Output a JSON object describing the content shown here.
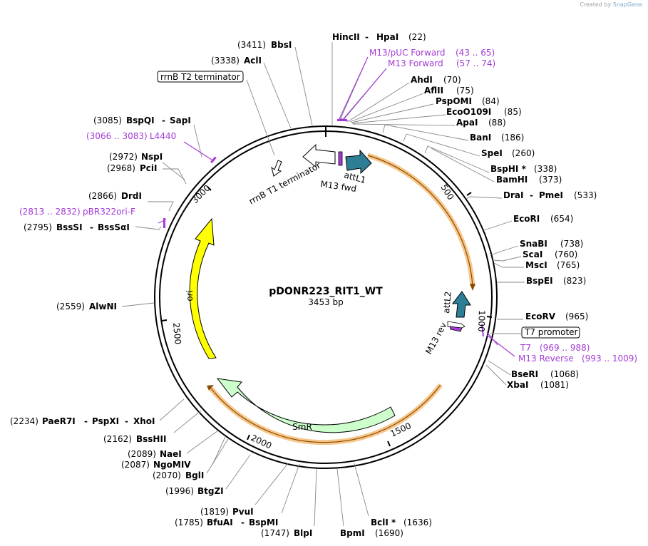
{
  "credit": {
    "prefix": "Created by",
    "brand": "SnapGene"
  },
  "plasmid": {
    "name": "pDONR223_RIT1_WT",
    "size": "3453 bp"
  },
  "ticks": [
    "500",
    "1000",
    "1500",
    "2000",
    "2500",
    "3000"
  ],
  "enzymes": [
    {
      "id": "hincii",
      "name": "HincII",
      "pos": "(22)"
    },
    {
      "id": "hpai",
      "name": "HpaI"
    },
    {
      "id": "ahdi",
      "name": "AhdI",
      "pos": "(70)"
    },
    {
      "id": "aflii",
      "name": "AflII",
      "pos": "(75)"
    },
    {
      "id": "pspomi",
      "name": "PspOMI",
      "pos": "(84)"
    },
    {
      "id": "eco0109i",
      "name": "EcoO109I",
      "pos": "(85)"
    },
    {
      "id": "apai",
      "name": "ApaI",
      "pos": "(88)"
    },
    {
      "id": "bani",
      "name": "BanI",
      "pos": "(186)"
    },
    {
      "id": "spei",
      "name": "SpeI",
      "pos": "(260)"
    },
    {
      "id": "bsphi",
      "name": "BspHI *",
      "pos": "(338)"
    },
    {
      "id": "bamhi",
      "name": "BamHI",
      "pos": "(373)"
    },
    {
      "id": "drai",
      "name": "DraI",
      "pos": "(533)"
    },
    {
      "id": "pmei",
      "name": "PmeI"
    },
    {
      "id": "ecori",
      "name": "EcoRI",
      "pos": "(654)"
    },
    {
      "id": "snabi",
      "name": "SnaBI",
      "pos": "(738)"
    },
    {
      "id": "scai",
      "name": "ScaI",
      "pos": "(760)"
    },
    {
      "id": "msci",
      "name": "MscI",
      "pos": "(765)"
    },
    {
      "id": "bspei",
      "name": "BspEI",
      "pos": "(823)"
    },
    {
      "id": "ecorv",
      "name": "EcoRV",
      "pos": "(965)"
    },
    {
      "id": "bseri",
      "name": "BseRI",
      "pos": "(1068)"
    },
    {
      "id": "xbai",
      "name": "XbaI",
      "pos": "(1081)"
    },
    {
      "id": "bcli",
      "name": "BclI *",
      "pos": "(1636)"
    },
    {
      "id": "bpmi",
      "name": "BpmI",
      "pos": "(1690)"
    },
    {
      "id": "blpi",
      "name": "BlpI",
      "pos": "(1747)"
    },
    {
      "id": "bfuai",
      "name": "BfuAI",
      "pos": "(1785)"
    },
    {
      "id": "bspmi",
      "name": "BspMI"
    },
    {
      "id": "pvui",
      "name": "PvuI",
      "pos": "(1819)"
    },
    {
      "id": "btgzi",
      "name": "BtgZI",
      "pos": "(1996)"
    },
    {
      "id": "bgli",
      "name": "BglI",
      "pos": "(2070)"
    },
    {
      "id": "ngomiv",
      "name": "NgoMIV",
      "pos": "(2087)"
    },
    {
      "id": "naei",
      "name": "NaeI",
      "pos": "(2089)"
    },
    {
      "id": "busshii",
      "name": "BssHII",
      "pos": "(2162)"
    },
    {
      "id": "paer7i",
      "name": "PaeR7I",
      "pos": "(2234)"
    },
    {
      "id": "pspxi",
      "name": "PspXI"
    },
    {
      "id": "xhoi",
      "name": "XhoI"
    },
    {
      "id": "alwni",
      "name": "AlwNI",
      "pos": "(2559)"
    },
    {
      "id": "bsssi",
      "name": "BssSI",
      "pos": "(2795)"
    },
    {
      "id": "bsssai",
      "name": "BssSαI"
    },
    {
      "id": "drdi",
      "name": "DrdI",
      "pos": "(2866)"
    },
    {
      "id": "pcii",
      "name": "PciI",
      "pos": "(2968)"
    },
    {
      "id": "nspi",
      "name": "NspI",
      "pos": "(2972)"
    },
    {
      "id": "bspqi",
      "name": "BspQI",
      "pos": "(3085)"
    },
    {
      "id": "sapi",
      "name": "SapI"
    },
    {
      "id": "acli",
      "name": "AclI",
      "pos": "(3338)"
    },
    {
      "id": "bbsi",
      "name": "BbsI",
      "pos": "(3411)"
    }
  ],
  "primers": [
    {
      "id": "m13puc",
      "name": "M13/pUC Forward",
      "range": "(43 .. 65)"
    },
    {
      "id": "m13fwd",
      "name": "M13 Forward",
      "range": "(57 .. 74)"
    },
    {
      "id": "t7",
      "name": "T7",
      "range": "(969 .. 988)"
    },
    {
      "id": "m13rev",
      "name": "M13 Reverse",
      "range": "(993 .. 1009)"
    },
    {
      "id": "pbr322",
      "name": "pBR322ori-F",
      "range": "(2813 .. 2832)"
    },
    {
      "id": "l4440",
      "name": "L4440",
      "range": "(3066 .. 3083)"
    }
  ],
  "features": {
    "rrnb_t2": "rrnB T2 terminator",
    "rrnb_t1": "rrnB T1 terminator",
    "attl1": "attL1",
    "attl2": "attL2",
    "m13fwd": "M13 fwd",
    "m13rev": "M13 rev",
    "t7_promoter": "T7 promoter",
    "ori": "ori",
    "smr": "SmR"
  },
  "colors": {
    "primer": "#a33cd6",
    "att": "#2e7f96",
    "ori": "#ffff00",
    "smr": "#ccffcc",
    "orf": "#f7c68a",
    "backbone": "#000000"
  }
}
